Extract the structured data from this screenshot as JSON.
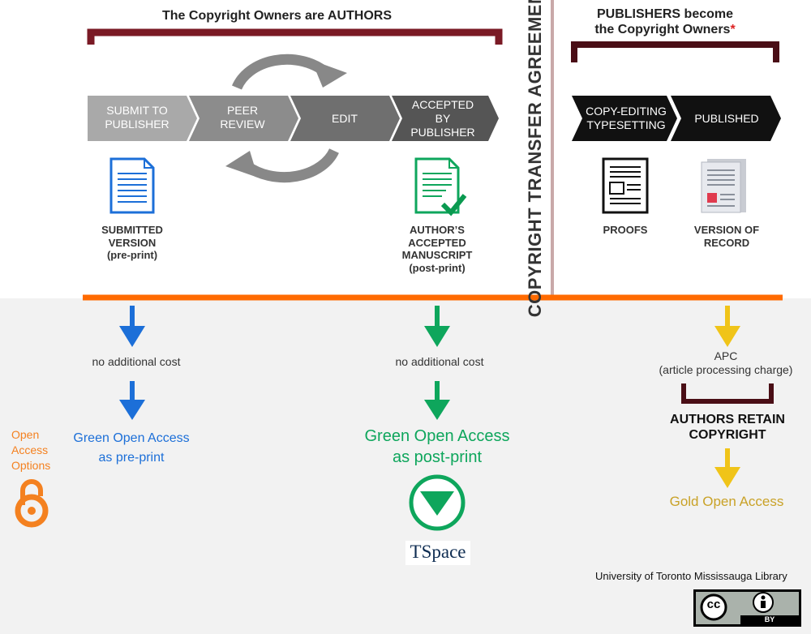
{
  "headers": {
    "authors_owner": "The Copyright Owners are AUTHORS",
    "publishers_line1": "PUBLISHERS become",
    "publishers_line2": "the Copyright Owners",
    "asterisk": "*"
  },
  "transfer_label": "COPYRIGHT TRANSFER AGREEMENT",
  "process_steps": [
    {
      "line1": "SUBMIT TO",
      "line2": "PUBLISHER"
    },
    {
      "line1": "PEER",
      "line2": "REVIEW"
    },
    {
      "line1": "EDIT"
    },
    {
      "line1": "ACCEPTED",
      "line2": "BY",
      "line3": "PUBLISHER"
    }
  ],
  "publisher_steps": [
    {
      "line1": "COPY-EDITING",
      "line2": "TYPESETTING"
    },
    {
      "line1": "PUBLISHED"
    }
  ],
  "versions": {
    "submitted": {
      "line1": "SUBMITTED",
      "line2": "VERSION",
      "line3": "(pre-print)"
    },
    "accepted": {
      "line1": "AUTHOR’S",
      "line2": "ACCEPTED",
      "line3": "MANUSCRIPT",
      "line4": "(post-print)"
    },
    "proofs": {
      "line1": "PROOFS"
    },
    "record": {
      "line1": "VERSION OF",
      "line2": "RECORD"
    }
  },
  "paths": {
    "preprint": {
      "cost": "no additional cost",
      "result_line1": "Green Open Access",
      "result_line2": "as pre-print"
    },
    "postprint": {
      "cost": "no additional cost",
      "result_line1": "Green Open Access",
      "result_line2": "as post-print"
    },
    "gold": {
      "cost_line1": "APC",
      "cost_line2": "(article processing charge)",
      "retain_line1": "AUTHORS RETAIN",
      "retain_line2": "COPYRIGHT",
      "result": "Gold Open Access"
    }
  },
  "open_access": {
    "line1": "Open",
    "line2": "Access",
    "line3": "Options"
  },
  "tspace_logo": "TSpace",
  "credit": "University of Toronto Mississauga Library",
  "license": {
    "cc": "cc",
    "by": "BY"
  },
  "colors": {
    "bracket": "#7a1a25",
    "publisher_bracket": "#4a0e16",
    "orange": "#ff6a00",
    "blue": "#1c6fd8",
    "green": "#0ea65c",
    "gold": "#f0c419",
    "gold_text": "#c9a227",
    "chevron1": "#a9a9a9",
    "chevron2": "#8c8c8c",
    "chevron3": "#6f6f6f",
    "chevron4": "#555555",
    "black_chevron": "#111111",
    "divider": "#c9a9a9",
    "bottom_bg": "#f2f2f2"
  },
  "icons": [
    "cycle-arrows-icon",
    "document-icon",
    "document-check-icon",
    "proofs-icon",
    "version-of-record-icon",
    "open-access-lock-icon",
    "tspace-check-icon",
    "creative-commons-icon",
    "attribution-person-icon"
  ]
}
